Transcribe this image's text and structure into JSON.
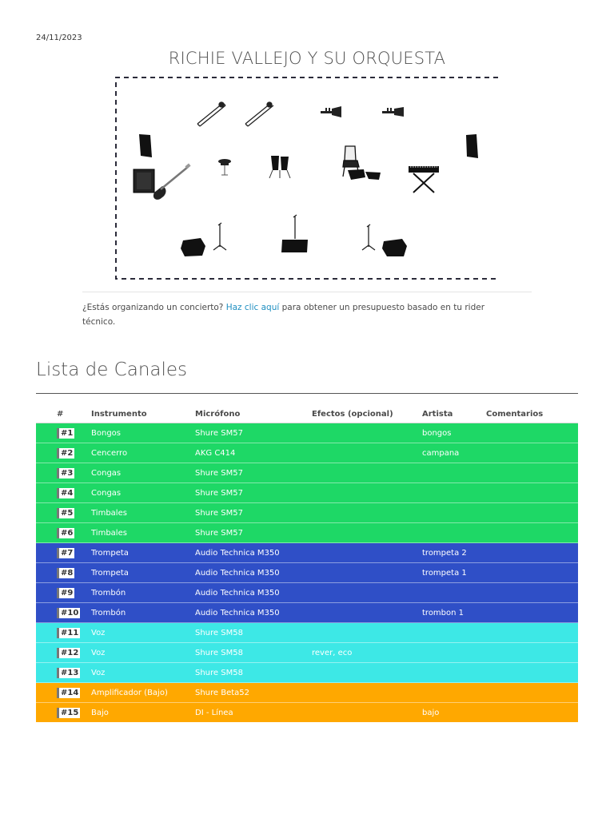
{
  "date": "24/11/2023",
  "title": "RICHIE VALLEJO Y SU ORQUESTA",
  "note": {
    "before": "¿Estás organizando un concierto? ",
    "link": "Haz clic aquí",
    "after": " para obtener un presupuesto basado en tu rider técnico."
  },
  "section_title": "Lista de Canales",
  "table": {
    "headers": [
      "#",
      "Instrumento",
      "Micrófono",
      "Efectos (opcional)",
      "Artista",
      "Comentarios"
    ],
    "rows": [
      {
        "num": "#1",
        "instrument": "Bongos",
        "mic": "Shure SM57",
        "effects": "",
        "artist": "bongos",
        "comments": "",
        "group": "green"
      },
      {
        "num": "#2",
        "instrument": "Cencerro",
        "mic": "AKG C414",
        "effects": "",
        "artist": "campana",
        "comments": "",
        "group": "green"
      },
      {
        "num": "#3",
        "instrument": "Congas",
        "mic": "Shure SM57",
        "effects": "",
        "artist": "",
        "comments": "",
        "group": "green"
      },
      {
        "num": "#4",
        "instrument": "Congas",
        "mic": "Shure SM57",
        "effects": "",
        "artist": "",
        "comments": "",
        "group": "green"
      },
      {
        "num": "#5",
        "instrument": "Timbales",
        "mic": "Shure SM57",
        "effects": "",
        "artist": "",
        "comments": "",
        "group": "green"
      },
      {
        "num": "#6",
        "instrument": "Timbales",
        "mic": "Shure SM57",
        "effects": "",
        "artist": "",
        "comments": "",
        "group": "green"
      },
      {
        "num": "#7",
        "instrument": "Trompeta",
        "mic": "Audio Technica M350",
        "effects": "",
        "artist": "trompeta 2",
        "comments": "",
        "group": "blue"
      },
      {
        "num": "#8",
        "instrument": "Trompeta",
        "mic": "Audio Technica M350",
        "effects": "",
        "artist": "trompeta 1",
        "comments": "",
        "group": "blue"
      },
      {
        "num": "#9",
        "instrument": "Trombón",
        "mic": "Audio Technica M350",
        "effects": "",
        "artist": "",
        "comments": "",
        "group": "blue"
      },
      {
        "num": "#10",
        "instrument": "Trombón",
        "mic": "Audio Technica M350",
        "effects": "",
        "artist": "trombon 1",
        "comments": "",
        "group": "blue"
      },
      {
        "num": "#11",
        "instrument": "Voz",
        "mic": "Shure SM58",
        "effects": "",
        "artist": "",
        "comments": "",
        "group": "cyan"
      },
      {
        "num": "#12",
        "instrument": "Voz",
        "mic": "Shure SM58",
        "effects": "rever, eco",
        "artist": "",
        "comments": "",
        "group": "cyan"
      },
      {
        "num": "#13",
        "instrument": "Voz",
        "mic": "Shure SM58",
        "effects": "",
        "artist": "",
        "comments": "",
        "group": "cyan"
      },
      {
        "num": "#14",
        "instrument": "Amplificador (Bajo)",
        "mic": "Shure Beta52",
        "effects": "",
        "artist": "",
        "comments": "",
        "group": "orange"
      },
      {
        "num": "#15",
        "instrument": "Bajo",
        "mic": "DI - Línea",
        "effects": "",
        "artist": "bajo",
        "comments": "",
        "group": "orange"
      }
    ]
  }
}
